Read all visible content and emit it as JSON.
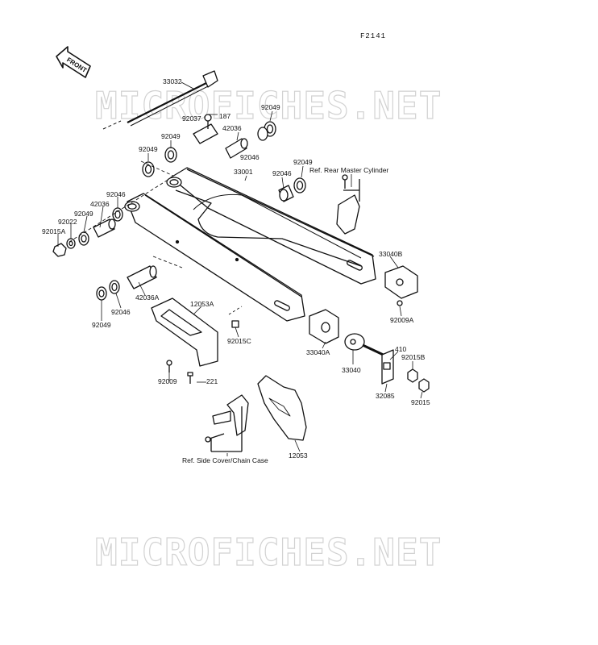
{
  "figure_number": "F2141",
  "front_label": "FRONT",
  "watermark": "MICROFICHES.NET",
  "parts": {
    "p33032": "33032",
    "p92037": "92037",
    "p187": "187",
    "p92049_top": "92049",
    "p42036_top": "42036",
    "p92049_a": "92049",
    "p92046_top": "92046",
    "p92049_b": "92049",
    "p33001": "33001",
    "p92046_mid": "92046",
    "p92049_mid": "92049",
    "ref_rear_master_cylinder": "Ref. Rear Master Cylinder",
    "p92046_left": "92046",
    "p42036_left": "42036",
    "p92049_left": "92049",
    "p92022": "92022",
    "p92015A": "92015A",
    "p33040B": "33040B",
    "p42036A": "42036A",
    "p12053A": "12053A",
    "p92049_bot": "92049",
    "p92046_bot": "92046",
    "p92015C": "92015C",
    "p92009A": "92009A",
    "p33040A": "33040A",
    "p33040": "33040",
    "p410": "410",
    "p92015B": "92015B",
    "p92009": "92009",
    "p221": "221",
    "p32085": "32085",
    "p92015": "92015",
    "p12053": "12053",
    "ref_side_cover_chain_case": "Ref. Side Cover/Chain Case"
  }
}
